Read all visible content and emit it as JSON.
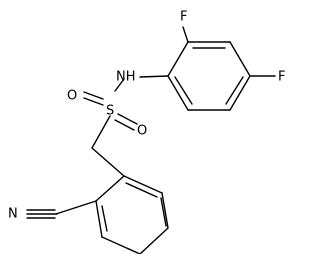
{
  "molecule": {
    "atom_labels": {
      "fluorine_top": "F",
      "fluorine_right": "F",
      "amine_nh": "NH",
      "sulfonyl_oxygen_left": "O",
      "sulfur": "S",
      "sulfonyl_oxygen_right": "O",
      "nitrile_nitrogen": "N"
    }
  }
}
